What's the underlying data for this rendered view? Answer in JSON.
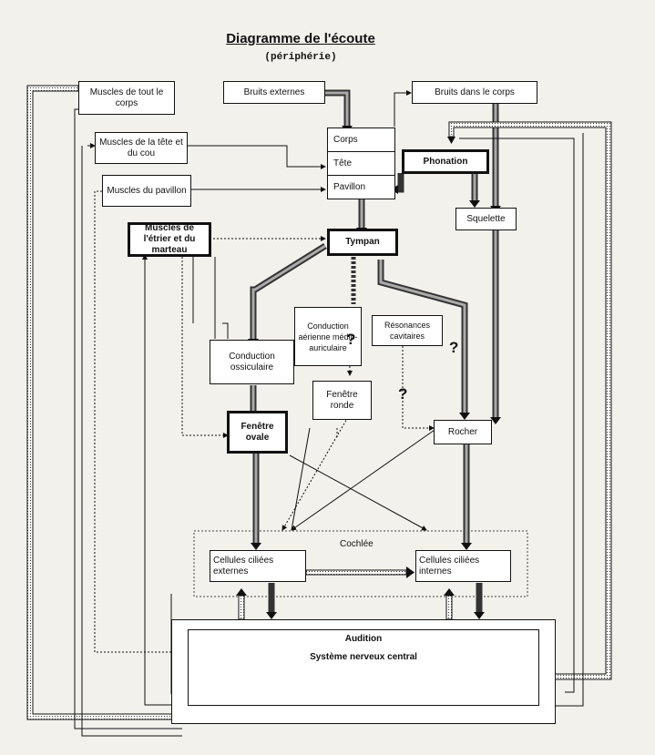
{
  "title": "Diagramme de l'écoute",
  "subtitle": "(périphérie)",
  "nodes": {
    "muscles_corps": "Muscles de tout le corps",
    "bruits_externes": "Bruits externes",
    "bruits_corps": "Bruits dans le corps",
    "muscles_tete_cou": "Muscles de la tête et du cou",
    "corps": "Corps",
    "tete": "Tête",
    "pavillon": "Pavillon",
    "phonation": "Phonation",
    "muscles_pavillon": "Muscles du pavillon",
    "squelette": "Squelette",
    "muscles_etrier": "Muscles de l'étrier et du marteau",
    "tympan": "Tympan",
    "conduction_aerienne": "Conduction aérienne médio-auriculaire",
    "resonances": "Résonances cavitaires",
    "conduction_ossiculaire": "Conduction ossiculaire",
    "fenetre_ronde": "Fenêtre ronde",
    "fenetre_ovale": "Fenêtre ovale",
    "rocher": "Rocher",
    "cochlee": "Cochlée",
    "cellules_externes": "Cellules ciliées externes",
    "cellules_internes": "Cellules ciliées internes",
    "audition": "Audition",
    "snc": "Système nerveux central"
  },
  "question_mark": "?"
}
